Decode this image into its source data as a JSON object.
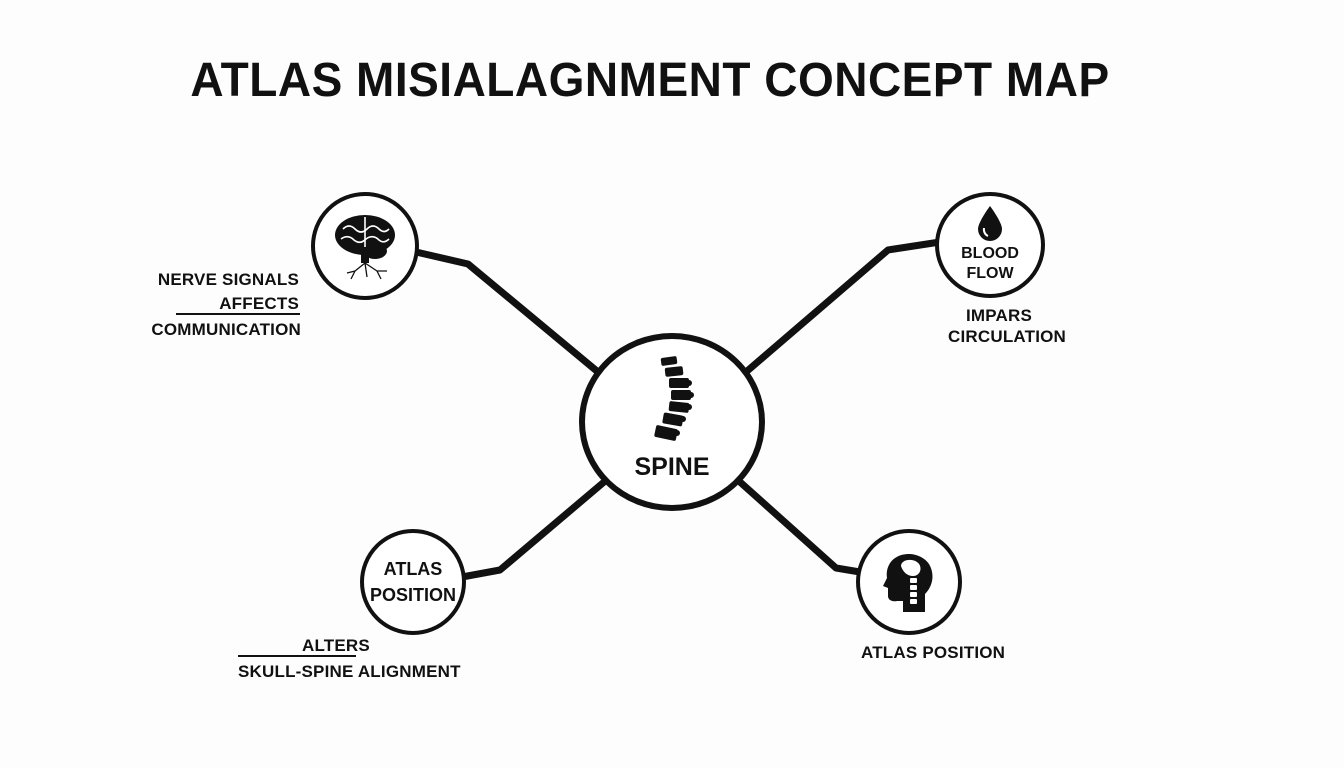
{
  "title": "ATLAS MISIALAGNMENT CONCEPT MAP",
  "center": {
    "label": "SPINE",
    "icon": "spine-icon"
  },
  "nodes": {
    "nerve": {
      "icon": "brain-icon",
      "label_lines": [
        "NERVE SIGNALS",
        "AFFECTS",
        "COMMUNICATION"
      ]
    },
    "blood": {
      "icon": "blood-drop-icon",
      "inner_label": "BLOOD FLOW",
      "label_lines": [
        "IMPARS",
        "CIRCULATION"
      ]
    },
    "atlas_left": {
      "inner_lines": [
        "ATLAS",
        "POSITION"
      ],
      "label_lines": [
        "ALTERS",
        "SKULL-SPINE ALIGNMENT"
      ]
    },
    "atlas_right": {
      "icon": "head-spine-icon",
      "label": "ATLAS POSITION"
    }
  },
  "colors": {
    "ink": "#111111",
    "background": "#fdfdfd"
  }
}
